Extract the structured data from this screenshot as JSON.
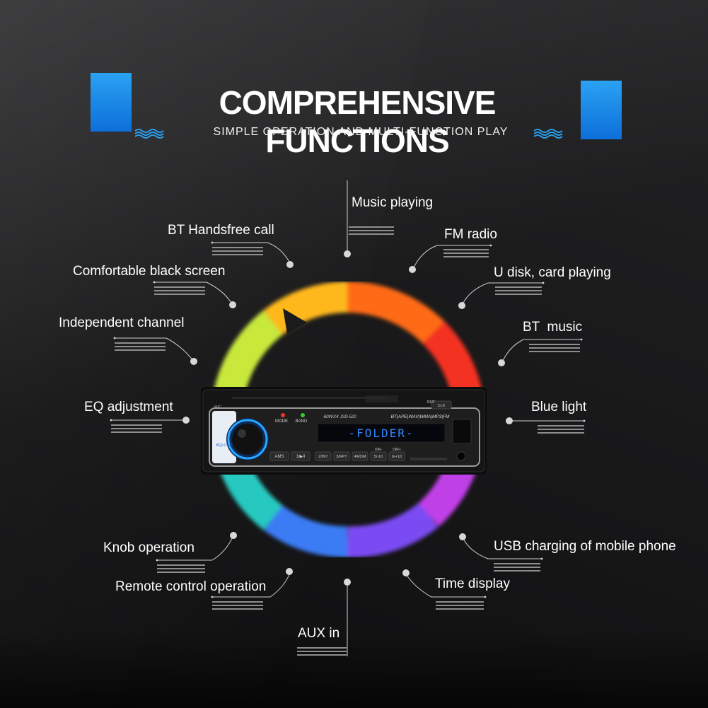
{
  "header": {
    "title": "COMPREHENSIVE FUNCTIONS",
    "subtitle": "SIMPLE OPERATION AND MULTI-FUNCTION PLAY"
  },
  "colors": {
    "accent_blue": "#1e90ee",
    "background": "#1b1b1c",
    "text": "#ffffff"
  },
  "radio": {
    "display_text": "-FOLDER-",
    "mic_label": "MIC",
    "mode_label": "MODE",
    "band_label": "BAND",
    "power_label": "60WX4",
    "model_label": "JSD-520",
    "formats_label": "BT|APE|WAV|WMA|MP3|FM",
    "res_label": "RES",
    "clk_label": "CLK",
    "brand_label": "BQLOUD",
    "ams_label": "AMS",
    "btn_1": "1/▶II",
    "btn_2": "2/INT",
    "btn_3": "3/RPT",
    "btn_4": "4/RDM",
    "dir_minus": "DIR-",
    "dir_plus": "DIR+",
    "btn_5": "5/-10",
    "btn_6": "6/+10"
  },
  "features": {
    "music_playing": "Music playing",
    "bt_handsfree": "BT Handsfree call",
    "fm_radio": "FM radio",
    "black_screen": "Comfortable black screen",
    "udisk": "U disk, card playing",
    "independent_channel": "Independent channel",
    "bt_music": "BT  music",
    "eq_adjustment": "EQ adjustment",
    "blue_light": "Blue light",
    "knob_operation": "Knob operation",
    "usb_charging": "USB charging of mobile phone",
    "remote_control": "Remote control operation",
    "time_display": "Time display",
    "aux_in": "AUX in"
  }
}
